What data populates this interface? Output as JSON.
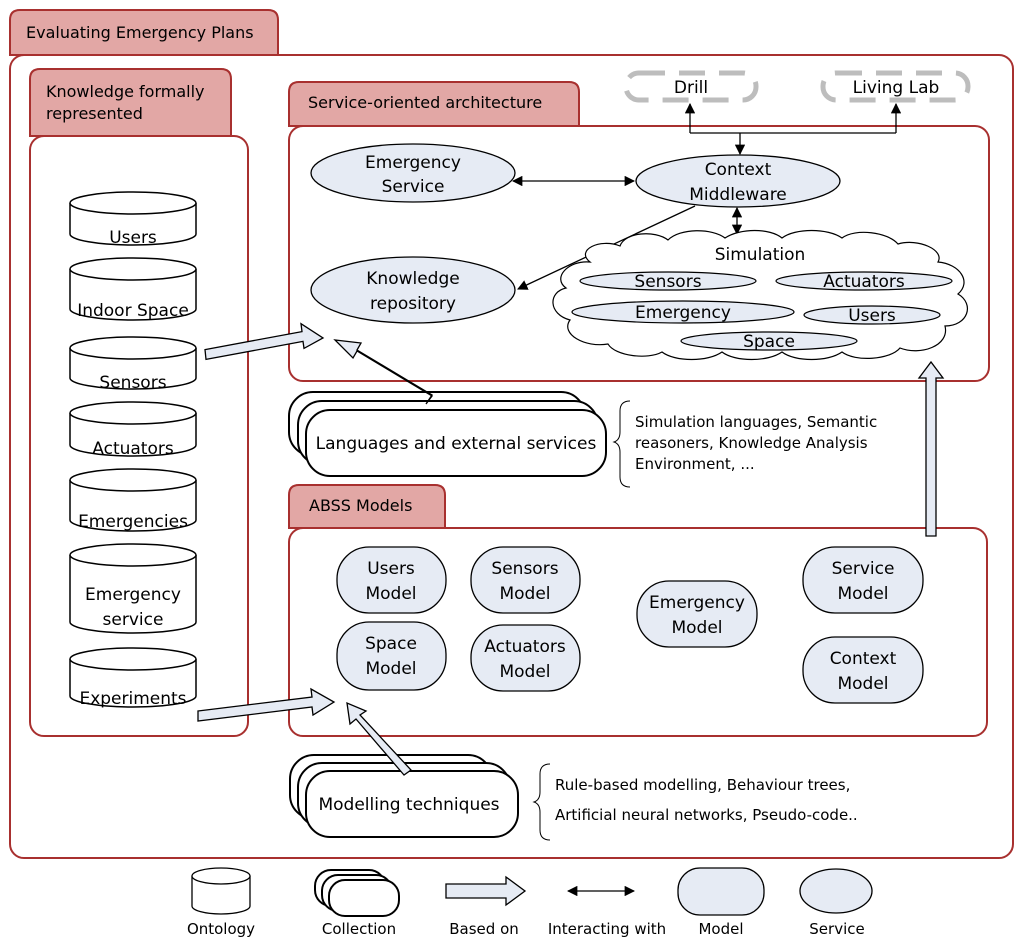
{
  "colors": {
    "frame": "#a8302f",
    "tab_fill": "#e2a7a5",
    "shape_fill": "#e6ebf4",
    "stroke": "#000000",
    "dashed": "#bdbdbd"
  },
  "outer": {
    "title": "Evaluating Emergency Plans"
  },
  "knowledge": {
    "title_line1": "Knowledge formally",
    "title_line2": "represented",
    "ontologies": [
      "Users",
      "Indoor Space",
      "Sensors",
      "Actuators",
      "Emergencies",
      "Emergency",
      "service",
      "Experiments"
    ]
  },
  "soa": {
    "title": "Service-oriented architecture",
    "emergency_service": [
      "Emergency",
      "Service"
    ],
    "context_middleware": [
      "Context",
      "Middleware"
    ],
    "knowledge_repository": [
      "Knowledge",
      "repository"
    ],
    "simulation": {
      "title": "Simulation",
      "items": [
        "Sensors",
        "Actuators",
        "Emergency",
        "Users",
        "Space"
      ]
    },
    "drill": "Drill",
    "living_lab": "Living Lab"
  },
  "languages": {
    "label": "Languages and external services",
    "note": [
      "Simulation languages, Semantic",
      "reasoners, Knowledge Analysis",
      "Environment, ..."
    ]
  },
  "abss": {
    "title": "ABSS Models",
    "models": [
      [
        "Users",
        "Model"
      ],
      [
        "Sensors",
        "Model"
      ],
      [
        "Space",
        "Model"
      ],
      [
        "Actuators",
        "Model"
      ],
      [
        "Emergency",
        "Model"
      ],
      [
        "Service",
        "Model"
      ],
      [
        "Context",
        "Model"
      ]
    ]
  },
  "modelling": {
    "label": "Modelling techniques",
    "note": [
      "Rule-based modelling, Behaviour trees,",
      "Artificial neural networks, Pseudo-code.."
    ]
  },
  "legend": [
    "Ontology",
    "Collection",
    "Based on",
    "Interacting with",
    "Model",
    "Service"
  ]
}
